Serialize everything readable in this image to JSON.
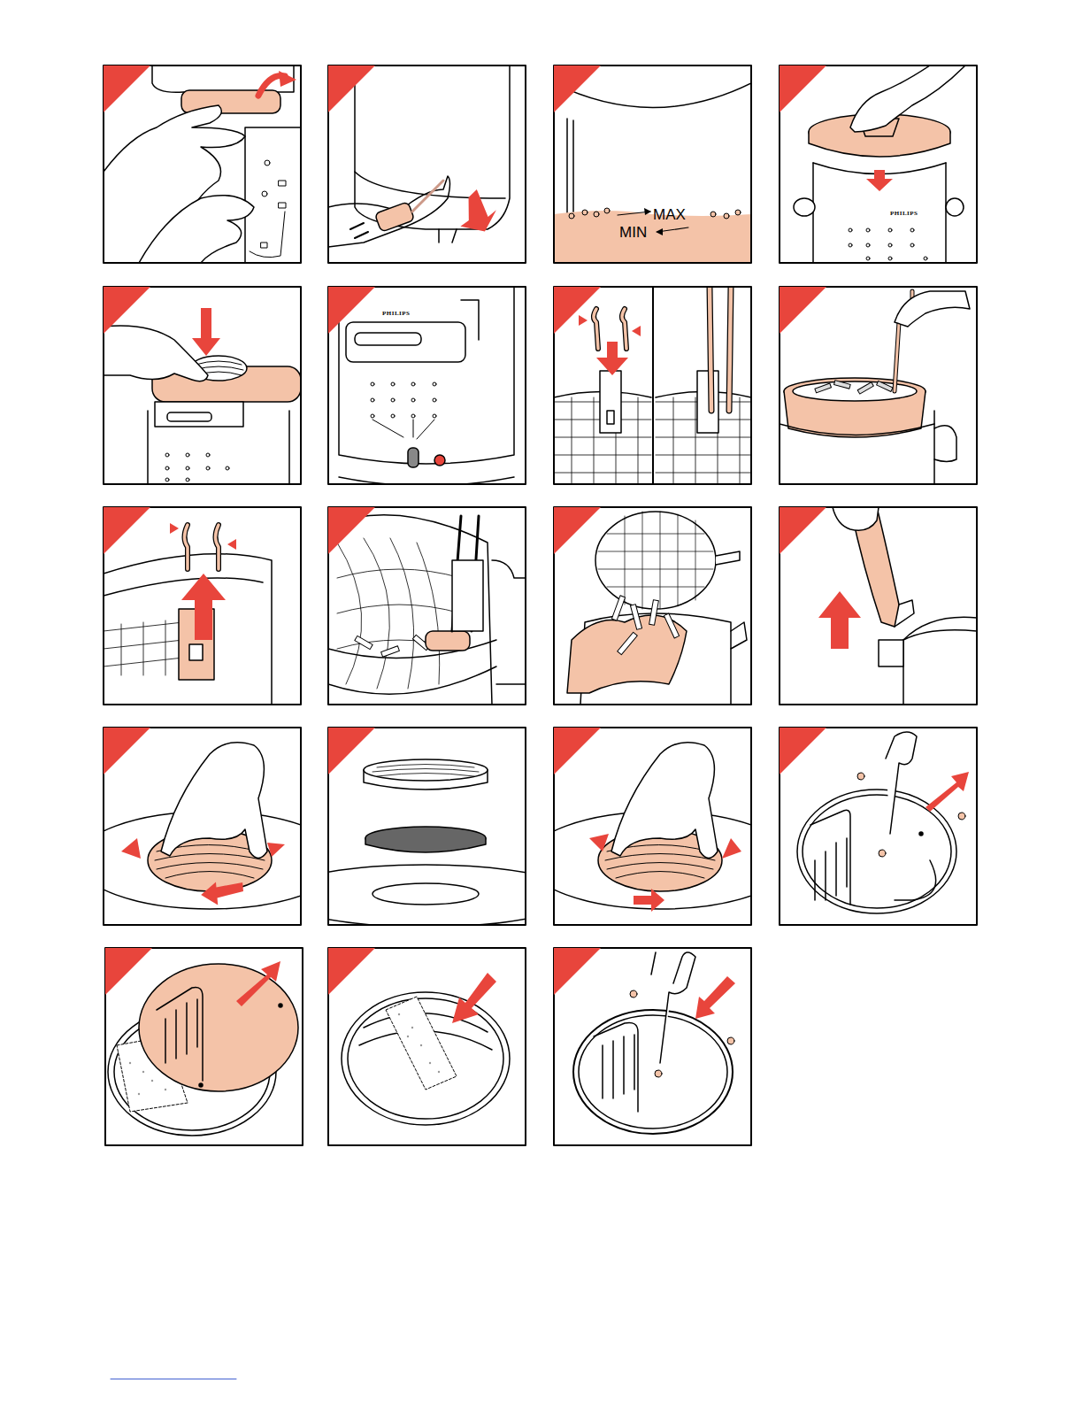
{
  "diagram": {
    "labels": [
      "MAX",
      "MIN",
      "PHILIPS",
      "PHILIPS"
    ]
  }
}
